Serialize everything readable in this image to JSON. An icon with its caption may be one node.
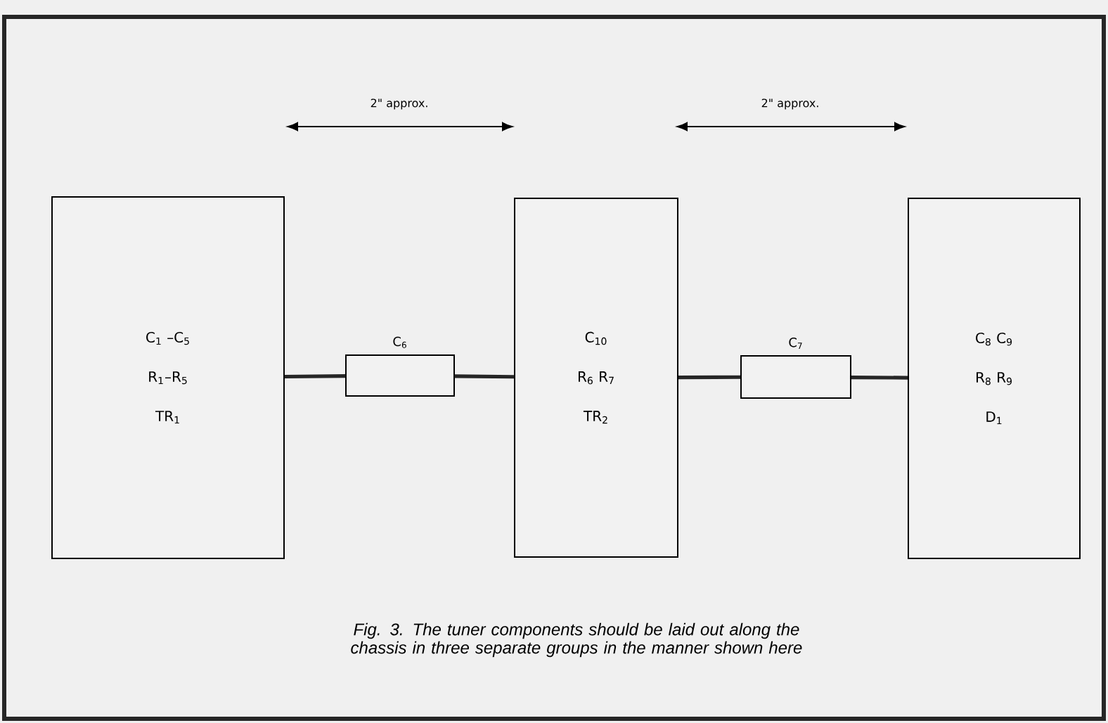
{
  "diagram": {
    "caption": "Fig. 3. The tuner components should be laid out along the chassis in three separate groups in the manner shown here",
    "nodes": [
      {
        "text": [
          "C$_{1}$ –C$_{5}$",
          "R$_{1}$–R$_{5}$",
          "TR$_{1}$"
        ]
      },
      {
        "text": [
          "C$_{10}$",
          "R$_{6}$ R$_{7}$",
          "TR$_{2}$"
        ]
      },
      {
        "text": [
          "C$_{8}$ C$_{9}$",
          "R$_{8}$ R$_{9}$",
          "D$_{1}$"
        ]
      },
      {
        "text": [
          "C$_{6}$"
        ]
      },
      {
        "text": [
          "C$_{7}$"
        ]
      }
    ],
    "edges": [
      {
        "from": 0,
        "to": 3,
        "arrow": "none"
      },
      {
        "from": 3,
        "to": 1,
        "arrow": "none"
      },
      {
        "from": 1,
        "to": 4,
        "arrow": "none"
      },
      {
        "from": 4,
        "to": 2,
        "arrow": "none"
      }
    ],
    "labels": [
      "2\" approx.",
      "2\" approx."
    ]
  }
}
